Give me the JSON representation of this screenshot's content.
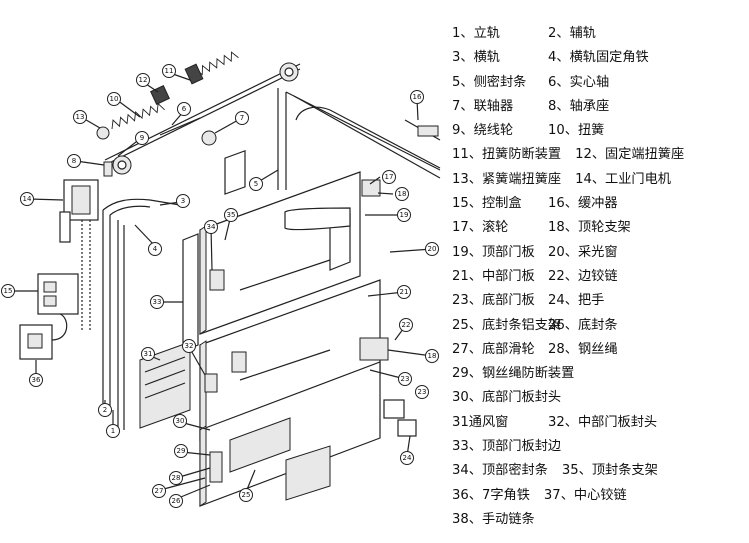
{
  "diagram": {
    "callouts": [
      "1",
      "2",
      "3",
      "4",
      "5",
      "6",
      "7",
      "8",
      "9",
      "10",
      "11",
      "12",
      "13",
      "14",
      "15",
      "16",
      "17",
      "18",
      "19",
      "20",
      "21",
      "22",
      "23",
      "24",
      "25",
      "26",
      "27",
      "28",
      "29",
      "30",
      "31",
      "32",
      "33",
      "34",
      "35",
      "36",
      "18",
      "23"
    ]
  },
  "legend": {
    "rows": [
      [
        "1、立轨",
        "2、辅轨"
      ],
      [
        "3、横轨",
        "4、横轨固定角铁"
      ],
      [
        "5、侧密封条",
        "6、实心轴"
      ],
      [
        "7、联轴器",
        "8、轴承座"
      ],
      [
        "9、绕线轮",
        "10、扭簧"
      ],
      [
        "11、扭簧防断装置",
        "12、固定端扭簧座"
      ],
      [
        "13、紧簧端扭簧座",
        "14、工业门电机"
      ],
      [
        "15、控制盒",
        "16、缓冲器"
      ],
      [
        "17、滚轮",
        "18、顶轮支架"
      ],
      [
        "19、顶部门板",
        "20、采光窗"
      ],
      [
        "21、中部门板",
        "22、边铰链"
      ],
      [
        "23、底部门板",
        "24、把手"
      ],
      [
        "25、底封条铝支架",
        "26、底封条"
      ],
      [
        "27、底部滑轮",
        "28、钢丝绳"
      ],
      [
        "29、钢丝绳防断装置"
      ],
      [
        "30、底部门板封头"
      ],
      [
        "31通风窗",
        "32、中部门板封头"
      ],
      [
        "33、顶部门板封边"
      ],
      [
        "34、顶部密封条",
        "35、顶封条支架"
      ],
      [
        "36、7字角铁",
        "37、中心铰链"
      ],
      [
        "38、手动链条"
      ]
    ]
  }
}
